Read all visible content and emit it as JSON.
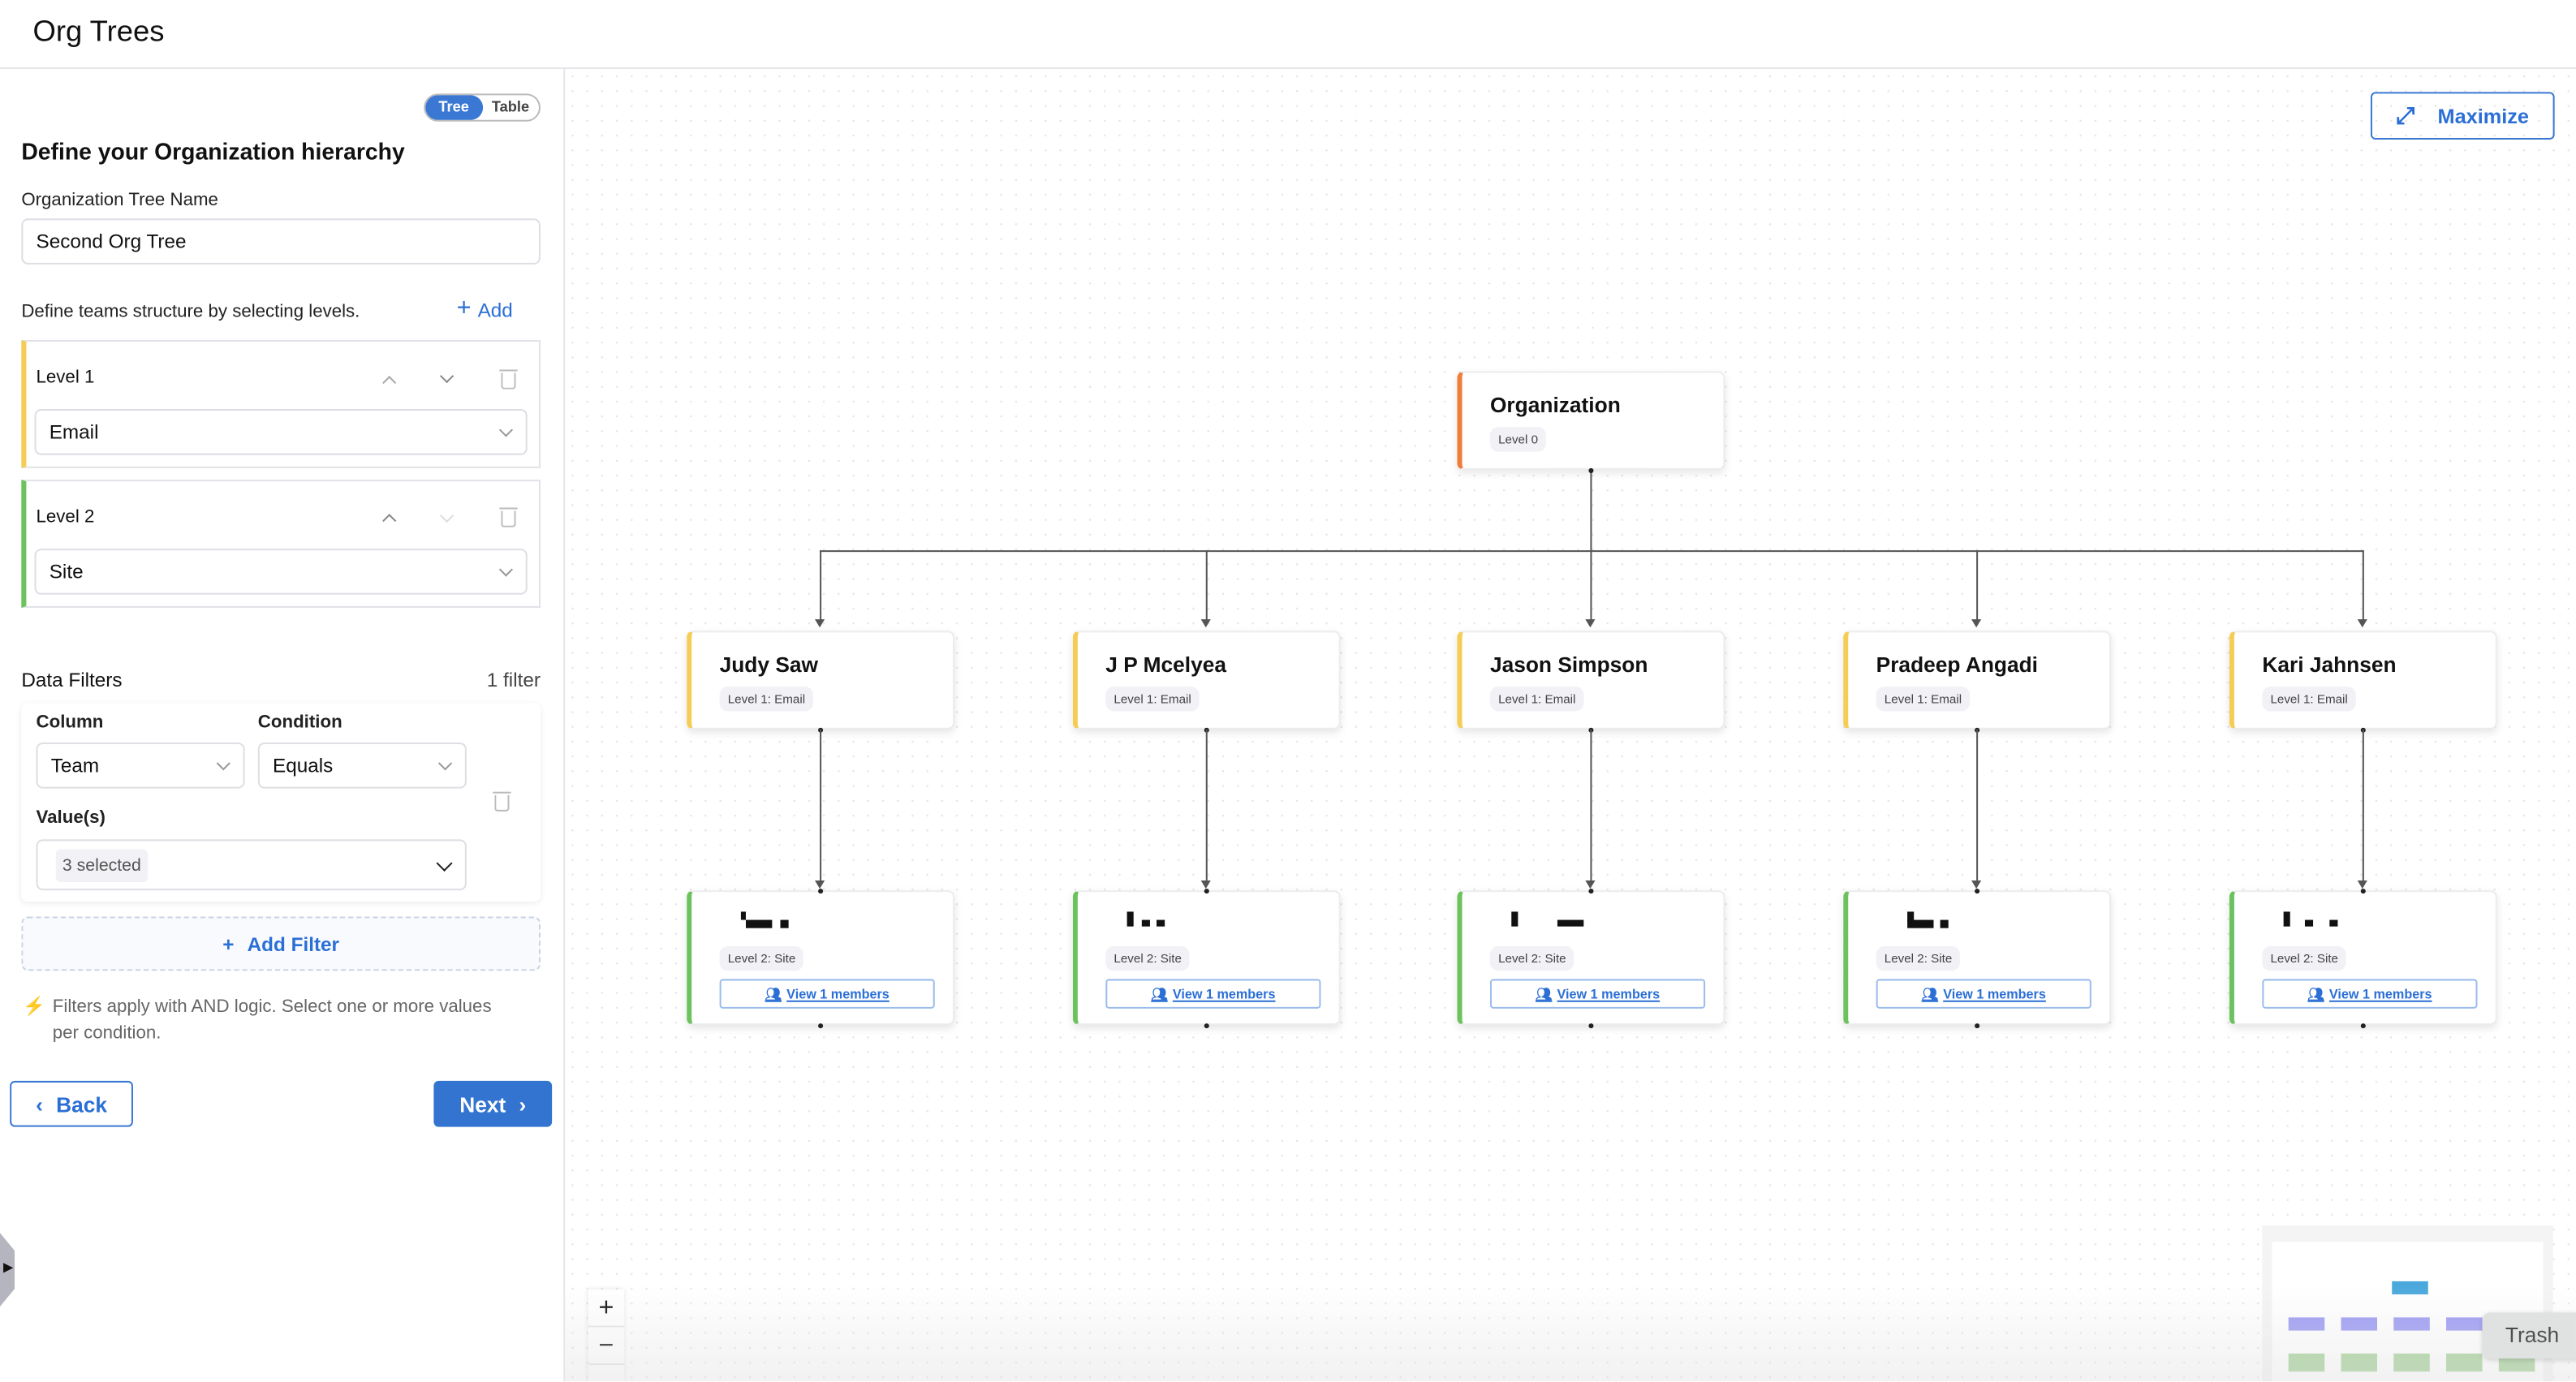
{
  "header": {
    "title": "Org Trees"
  },
  "sidebar": {
    "view_toggle": {
      "options": [
        "Tree",
        "Table"
      ],
      "selected": "Tree"
    },
    "heading": "Define your Organization hierarchy",
    "tree_name_label": "Organization Tree Name",
    "tree_name_value": "Second Org Tree",
    "levels_hint": "Define teams structure by selecting levels.",
    "add_label": "Add",
    "levels": [
      {
        "label": "Level 1",
        "value": "Email",
        "color": "#f5cd55"
      },
      {
        "label": "Level 2",
        "value": "Site",
        "color": "#6cc25c"
      }
    ],
    "filters": {
      "title": "Data Filters",
      "count": "1 filter",
      "column_label": "Column",
      "column_value": "Team",
      "condition_label": "Condition",
      "condition_value": "Equals",
      "values_label": "Value(s)",
      "values_value": "3 selected",
      "add_filter": "Add Filter",
      "note": "Filters apply with AND logic. Select one or more values per condition."
    },
    "back": "Back",
    "next": "Next"
  },
  "canvas": {
    "maximize": "Maximize",
    "root": {
      "name": "Organization",
      "badge": "Level 0",
      "color": "#f07d3a"
    },
    "level1": [
      {
        "name": "Judy Saw",
        "badge": "Level 1: Email"
      },
      {
        "name": "J P Mcelyea",
        "badge": "Level 1: Email"
      },
      {
        "name": "Jason Simpson",
        "badge": "Level 1: Email"
      },
      {
        "name": "Pradeep Angadi",
        "badge": "Level 1: Email"
      },
      {
        "name": "Kari Jahnsen",
        "badge": "Level 1: Email"
      }
    ],
    "level2": [
      {
        "badge": "Level 2: Site",
        "members": "View 1 members"
      },
      {
        "badge": "Level 2: Site",
        "members": "View 1 members"
      },
      {
        "badge": "Level 2: Site",
        "members": "View 1 members"
      },
      {
        "badge": "Level 2: Site",
        "members": "View 1 members"
      },
      {
        "badge": "Level 2: Site",
        "members": "View 1 members"
      }
    ],
    "zoom_in": "+",
    "zoom_out": "−",
    "tooltip": "Trash",
    "accent": "#2b6fd6"
  }
}
